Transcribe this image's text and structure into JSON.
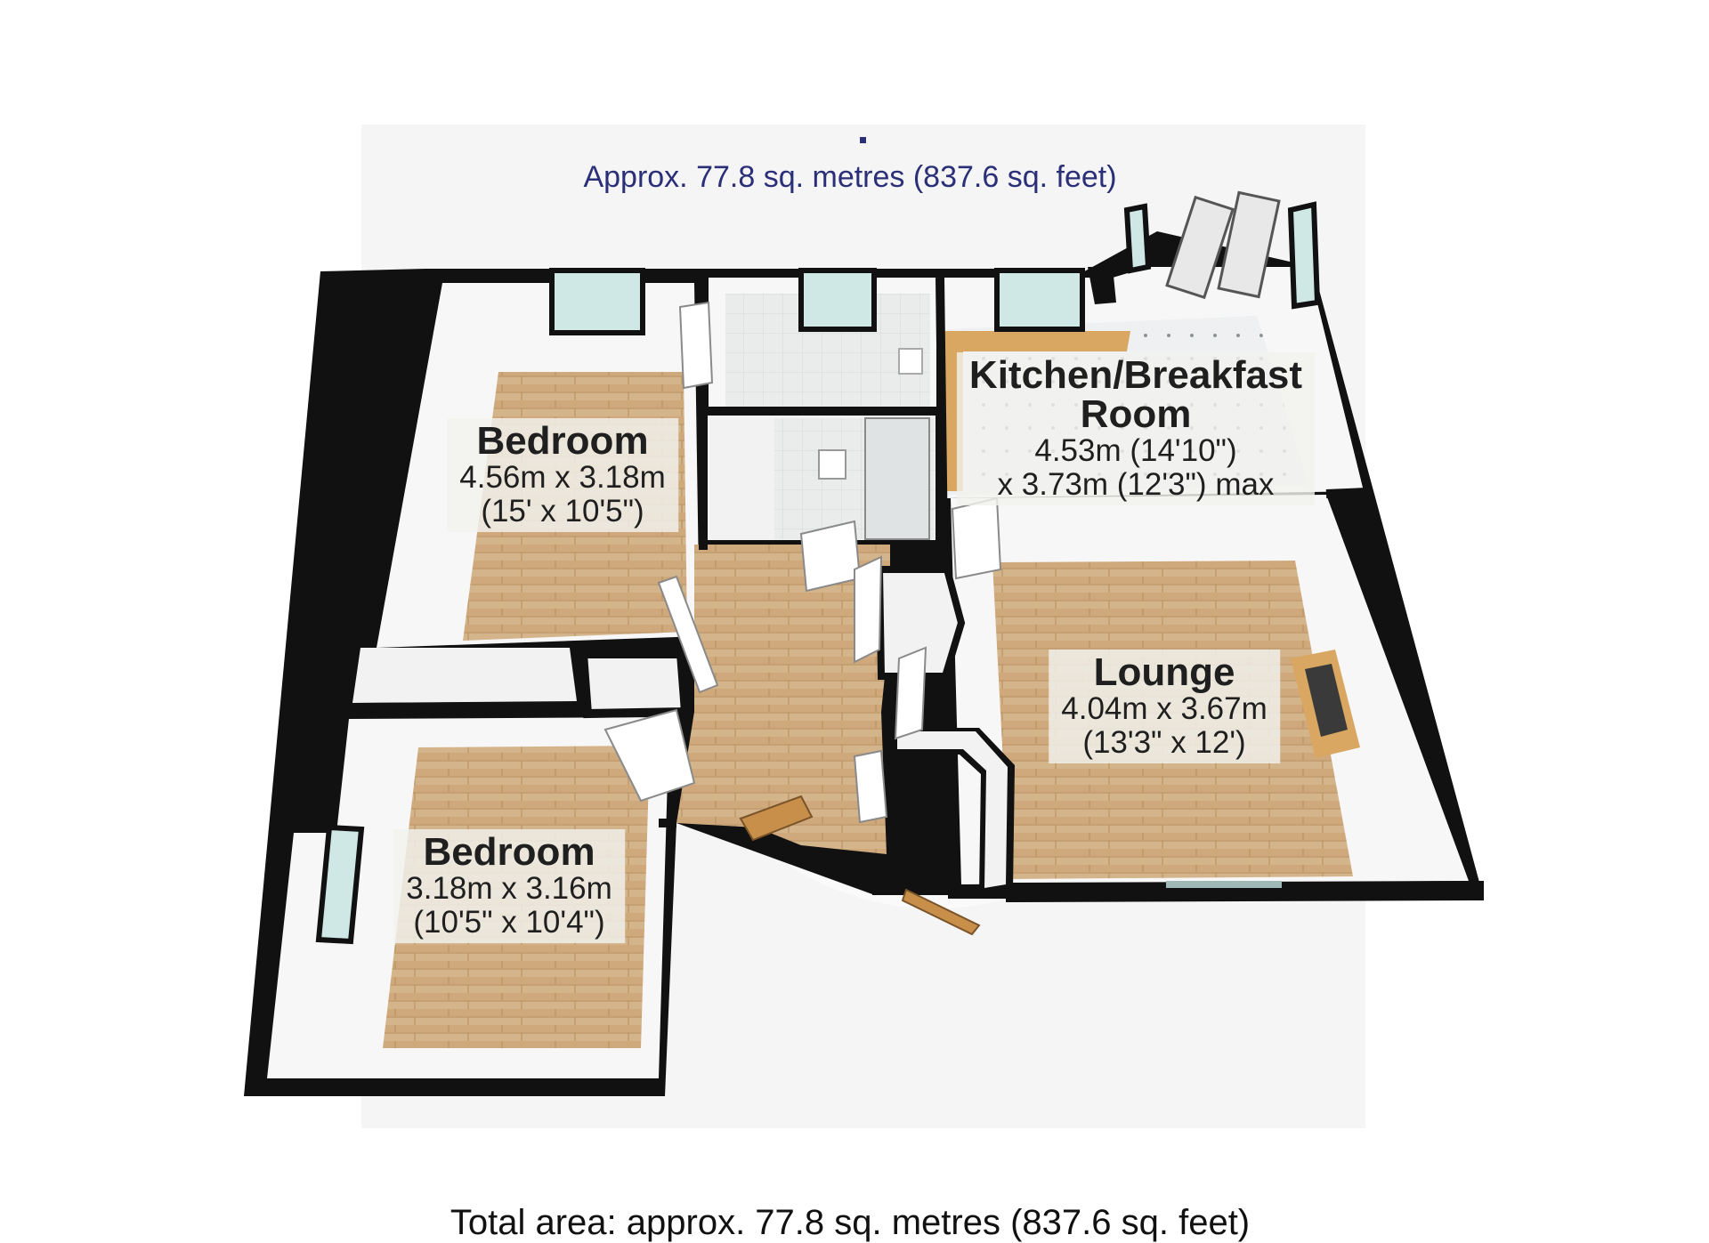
{
  "floor": {
    "marker": "",
    "area_text": "Approx. 77.8 sq. metres (837.6 sq. feet)"
  },
  "rooms": [
    {
      "id": "bedroom-1",
      "name": "Bedroom",
      "dim1": "4.56m x 3.18m",
      "dim2": "(15' x 10'5\")"
    },
    {
      "id": "kitchen",
      "name1": "Kitchen/Breakfast",
      "name2": "Room",
      "dim1": "4.53m (14'10\")",
      "dim2": "x 3.73m (12'3\") max"
    },
    {
      "id": "lounge",
      "name": "Lounge",
      "dim1": "4.04m x 3.67m",
      "dim2": "(13'3\" x 12')"
    },
    {
      "id": "bedroom-2",
      "name": "Bedroom",
      "dim1": "3.18m x 3.16m",
      "dim2": "(10'5\" x 10'4\")"
    }
  ],
  "total_area_text": "Total area: approx. 77.8 sq. metres (837.6 sq. feet)",
  "colors": {
    "wall": "#111111",
    "wood_floor": "#d2b48a",
    "tile_floor": "#eceff0",
    "inner_wall": "#f7f7f7",
    "window_glass": "#cfe8e6",
    "door_wood": "#c78f4a",
    "text_blue": "#2a2f78"
  }
}
